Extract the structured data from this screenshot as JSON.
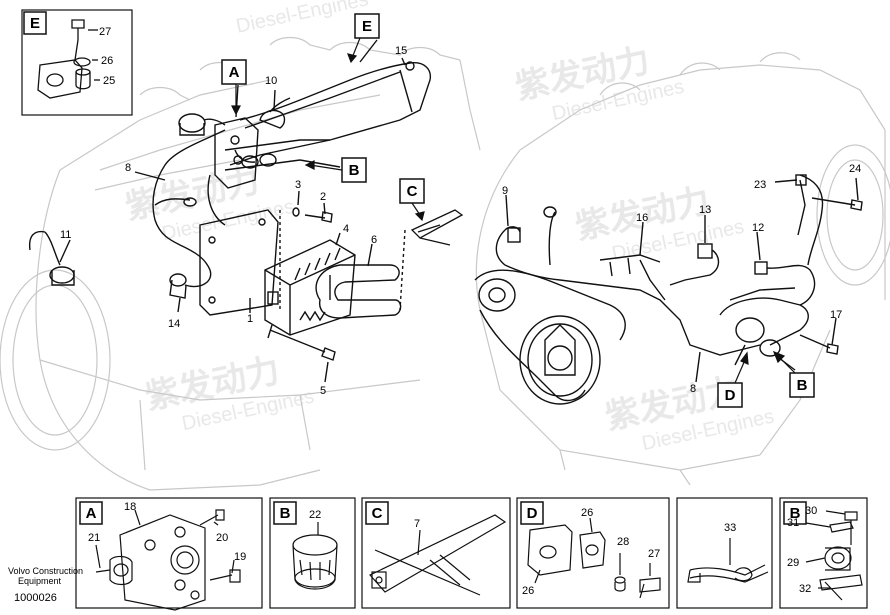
{
  "callouts": {
    "n1": "1",
    "n2": "2",
    "n3": "3",
    "n4": "4",
    "n5": "5",
    "n6": "6",
    "n7": "7",
    "n8": "8",
    "n9": "9",
    "n10": "10",
    "n11": "11",
    "n12": "12",
    "n13": "13",
    "n14": "14",
    "n15": "15",
    "n16": "16",
    "n17": "17",
    "n18": "18",
    "n19": "19",
    "n20": "20",
    "n21": "21",
    "n22": "22",
    "n23": "23",
    "n24": "24",
    "n25": "25",
    "n26": "26",
    "n27": "27",
    "n28": "28",
    "n29": "29",
    "n30": "30",
    "n31": "31",
    "n32": "32",
    "n33": "33"
  },
  "detail_letters": {
    "A": "A",
    "B": "B",
    "C": "C",
    "D": "D",
    "E": "E"
  },
  "footer": {
    "maker_line1": "Volvo Construction",
    "maker_line2": "Equipment",
    "doc_number": "1000026"
  },
  "watermark": {
    "brand": "紫发动力",
    "sub": "Diesel-Engines"
  }
}
